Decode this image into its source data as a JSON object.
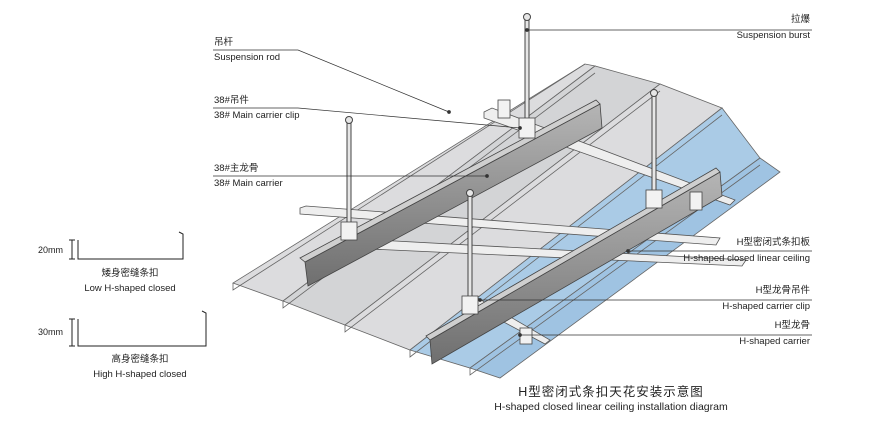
{
  "labels": {
    "burst_zh": "拉爆",
    "burst_en": "Suspension burst",
    "rod_zh": "吊杆",
    "rod_en": "Suspension rod",
    "clip_zh": "38#吊件",
    "clip_en": "38# Main carrier clip",
    "carrier_zh": "38#主龙骨",
    "carrier_en": "38# Main carrier",
    "panel_zh": "H型密闭式条扣板",
    "panel_en": "H-shaped closed linear ceiling",
    "hclip_zh": "H型龙骨吊件",
    "hclip_en": "H-shaped carrier clip",
    "hcarrier_zh": "H型龙骨",
    "hcarrier_en": "H-shaped carrier"
  },
  "profiles": {
    "low_dim": "20mm",
    "low_zh": "矮身密缝条扣",
    "low_en": "Low H-shaped closed",
    "high_dim": "30mm",
    "high_zh": "高身密缝条扣",
    "high_en": "High H-shaped closed"
  },
  "title": {
    "zh": "H型密闭式条扣天花安装示意图",
    "en": "H-shaped closed linear ceiling installation diagram"
  },
  "colors": {
    "panel_gray": "#d6d7d9",
    "panel_blue": "#a9cbe8",
    "carrier_gray": "#8c8c8c"
  }
}
